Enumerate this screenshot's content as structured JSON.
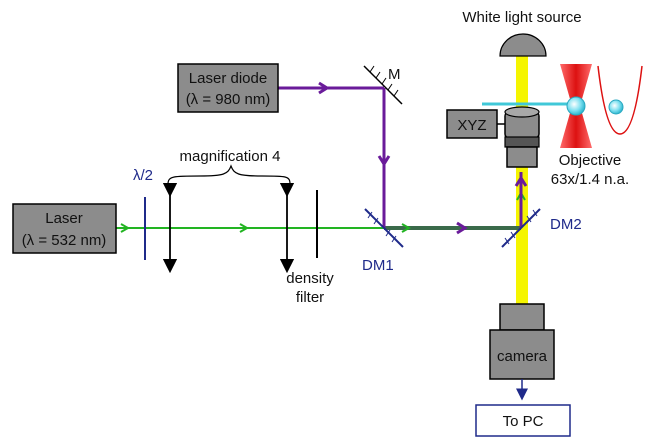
{
  "labels": {
    "white_light_source": "White light source",
    "laser_diode_line1": "Laser diode",
    "laser_diode_line2": "(λ = 980 nm)",
    "mirror": "M",
    "xyz": "XYZ",
    "objective_line1": "Objective",
    "objective_line2": "63x/1.4 n.a.",
    "half_wave": "λ/2",
    "magnification": "magnification 4",
    "laser_line1": "Laser",
    "laser_line2": "(λ = 532 nm)",
    "density_line1": "density",
    "density_line2": "filter",
    "dm1": "DM1",
    "dm2": "DM2",
    "camera": "camera",
    "to_pc": "To PC"
  },
  "colors": {
    "green_beam": "#22b422",
    "purple_beam": "#6a1b9a",
    "yellow_beam": "#f5f500",
    "box_fill": "#8c8c8c",
    "blue_label": "#1f2a8a",
    "trap_red": "#ee2222",
    "bead_cyan": "#7fe0f0",
    "slide_cyan": "#40c8d8"
  }
}
